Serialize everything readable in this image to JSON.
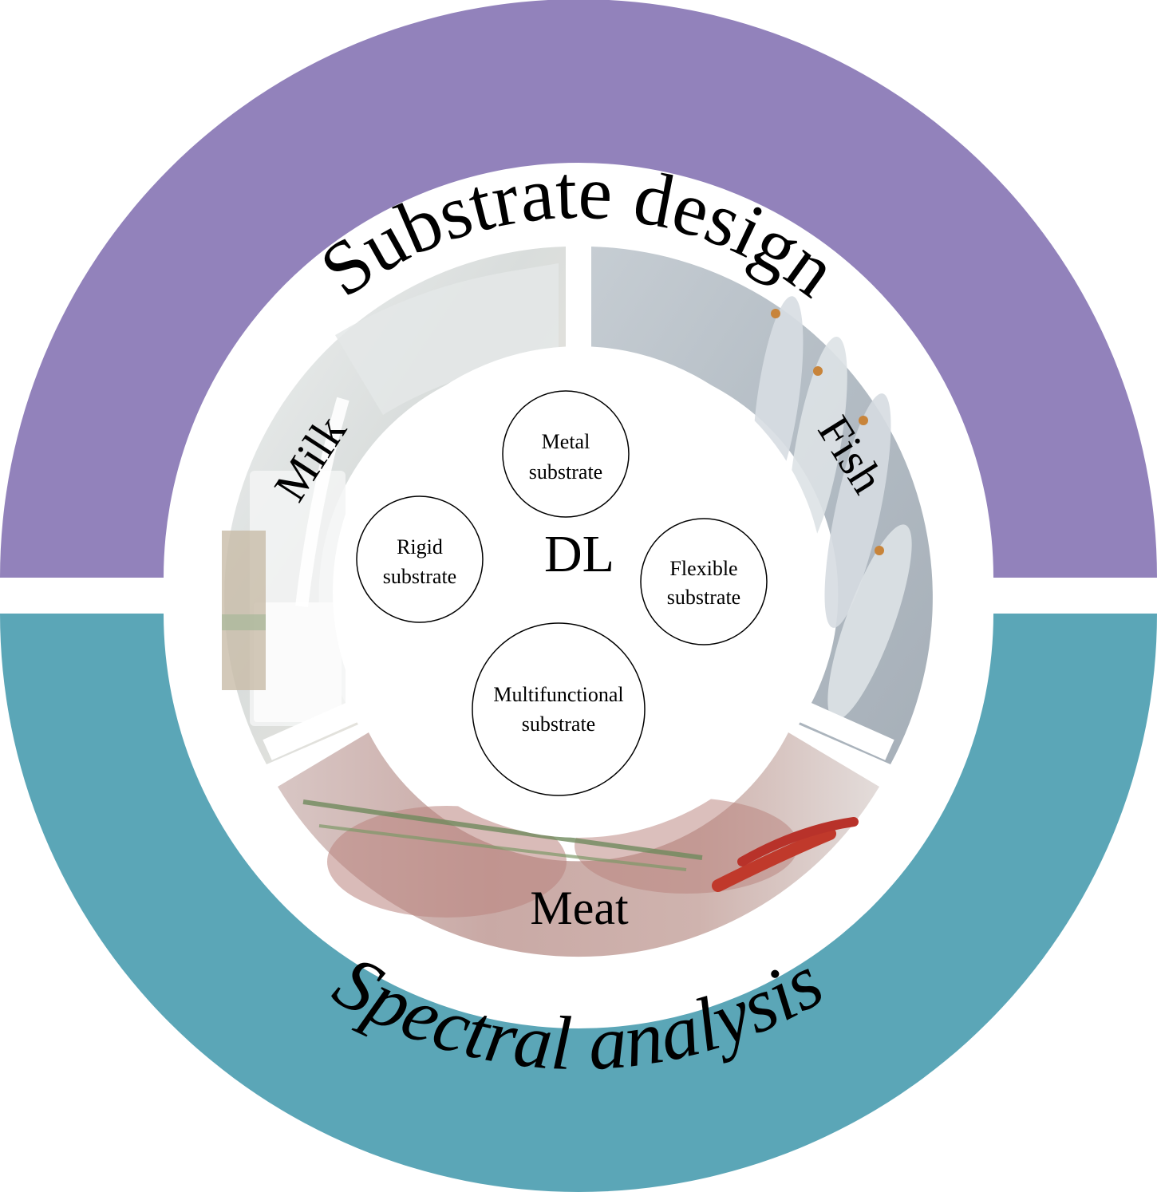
{
  "outer_ring": {
    "top_label": "Substrate design",
    "bottom_label": "Spectral analysis",
    "top_color": "#9282bb",
    "bottom_color": "#5ba6b7"
  },
  "food_ring": {
    "segments": [
      {
        "name": "milk",
        "label": "Milk"
      },
      {
        "name": "fish",
        "label": "Fish"
      },
      {
        "name": "meat",
        "label": "Meat"
      }
    ]
  },
  "center": {
    "label": "DL",
    "substrates": [
      {
        "name": "metal",
        "line1": "Metal",
        "line2": "substrate"
      },
      {
        "name": "rigid",
        "line1": "Rigid",
        "line2": "substrate"
      },
      {
        "name": "flexible",
        "line1": "Flexible",
        "line2": "substrate"
      },
      {
        "name": "multifunctional",
        "line1": "Multifunctional",
        "line2": "substrate"
      }
    ]
  }
}
